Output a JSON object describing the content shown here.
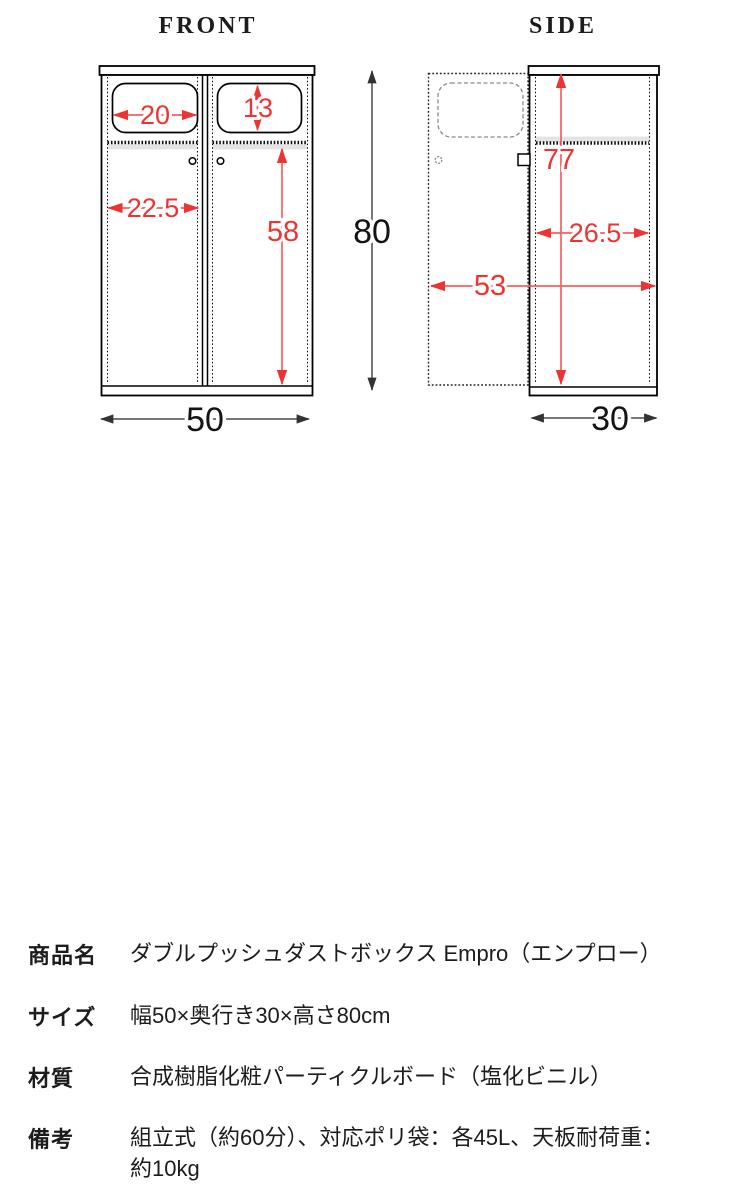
{
  "front_view": {
    "title": "FRONT",
    "dimensions": {
      "push_opening_width_cm": "20",
      "push_opening_height_cm": "13",
      "door_width_cm": "22.5",
      "door_height_cm": "58",
      "overall_height_cm": "80",
      "overall_width_cm": "50"
    }
  },
  "side_view": {
    "title": "SIDE",
    "dimensions": {
      "inner_height_cm": "77",
      "upper_inner_depth_cm": "26.5",
      "depth_with_door_open_cm": "53",
      "overall_depth_cm": "30"
    }
  },
  "specs": {
    "rows": [
      {
        "label": "商品名",
        "lines": [
          "ダブルプッシュダストボックス Empro（エンプロー）"
        ]
      },
      {
        "label": "サイズ",
        "lines": [
          "幅50×奥行き30×高さ80cm"
        ]
      },
      {
        "label": "材質",
        "lines": [
          "合成樹脂化粧パーティクルボード（塩化ビニル）"
        ]
      },
      {
        "label": "備考",
        "lines": [
          "組立式（約60分）、対応ポリ袋：各45L、天板耐荷重：",
          "約10kg"
        ]
      }
    ]
  },
  "colors": {
    "dimension_red": "#ee3333",
    "dimension_black": "#141414",
    "drawing_line": "#000000"
  }
}
